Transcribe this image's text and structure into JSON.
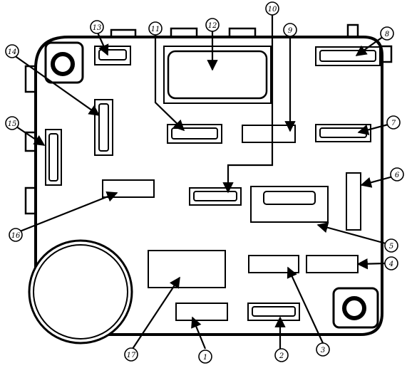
{
  "diagram": {
    "callouts": [
      {
        "id": "callout-1",
        "label": "1"
      },
      {
        "id": "callout-2",
        "label": "2"
      },
      {
        "id": "callout-3",
        "label": "3"
      },
      {
        "id": "callout-4",
        "label": "4"
      },
      {
        "id": "callout-5",
        "label": "5"
      },
      {
        "id": "callout-6",
        "label": "6"
      },
      {
        "id": "callout-7",
        "label": "7"
      },
      {
        "id": "callout-8",
        "label": "8"
      },
      {
        "id": "callout-9",
        "label": "9"
      },
      {
        "id": "callout-10",
        "label": "10"
      },
      {
        "id": "callout-11",
        "label": "11"
      },
      {
        "id": "callout-12",
        "label": "12"
      },
      {
        "id": "callout-13",
        "label": "13"
      },
      {
        "id": "callout-14",
        "label": "14"
      },
      {
        "id": "callout-15",
        "label": "15"
      },
      {
        "id": "callout-16",
        "label": "16"
      },
      {
        "id": "callout-17",
        "label": "17"
      }
    ]
  }
}
